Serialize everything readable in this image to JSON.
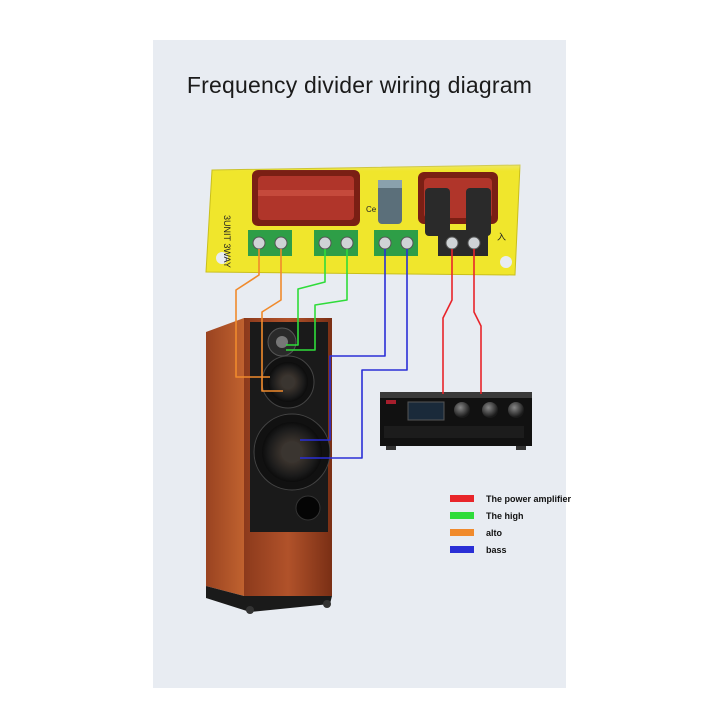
{
  "title": "Frequency divider wiring diagram",
  "board": {
    "label_left": "3UNIT 3WAY",
    "label_right": "入",
    "label_cap": "Ce"
  },
  "colors": {
    "power_amplifier": "#e8252a",
    "high": "#2fdc3a",
    "alto": "#f08a2c",
    "bass": "#2a2fd6"
  },
  "legend": [
    {
      "label": "The power amplifier",
      "color": "#e8252a"
    },
    {
      "label": "The high",
      "color": "#2fdc3a"
    },
    {
      "label": "alto",
      "color": "#f08a2c"
    },
    {
      "label": "bass",
      "color": "#2a2fd6"
    }
  ]
}
